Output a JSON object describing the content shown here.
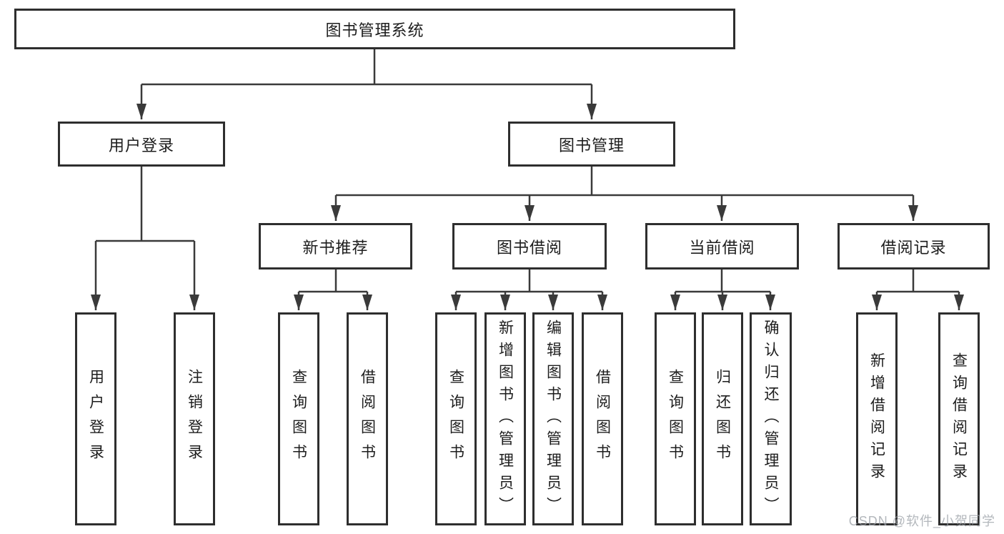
{
  "tree": {
    "label": "图书管理系统",
    "children": [
      {
        "label": "用户登录",
        "children": [
          {
            "label": "用户登录"
          },
          {
            "label": "注销登录"
          }
        ]
      },
      {
        "label": "图书管理",
        "children": [
          {
            "label": "新书推荐",
            "children": [
              {
                "label": "查询图书"
              },
              {
                "label": "借阅图书"
              }
            ]
          },
          {
            "label": "图书借阅",
            "children": [
              {
                "label": "查询图书"
              },
              {
                "label": "新增图书（管理员）"
              },
              {
                "label": "编辑图书（管理员）"
              },
              {
                "label": "借阅图书"
              }
            ]
          },
          {
            "label": "当前借阅",
            "children": [
              {
                "label": "查询图书"
              },
              {
                "label": "归还图书"
              },
              {
                "label": "确认归还（管理员）"
              }
            ]
          },
          {
            "label": "借阅记录",
            "children": [
              {
                "label": "新增借阅记录"
              },
              {
                "label": "查询借阅记录"
              }
            ]
          }
        ]
      }
    ]
  },
  "watermark": "CSDN @软件_小贺同学",
  "colors": {
    "line": "#3a3a3a",
    "box_border": "#2e2e2e",
    "text": "#1d1d1d",
    "watermark": "#9aa0a6",
    "background": "#ffffff"
  }
}
